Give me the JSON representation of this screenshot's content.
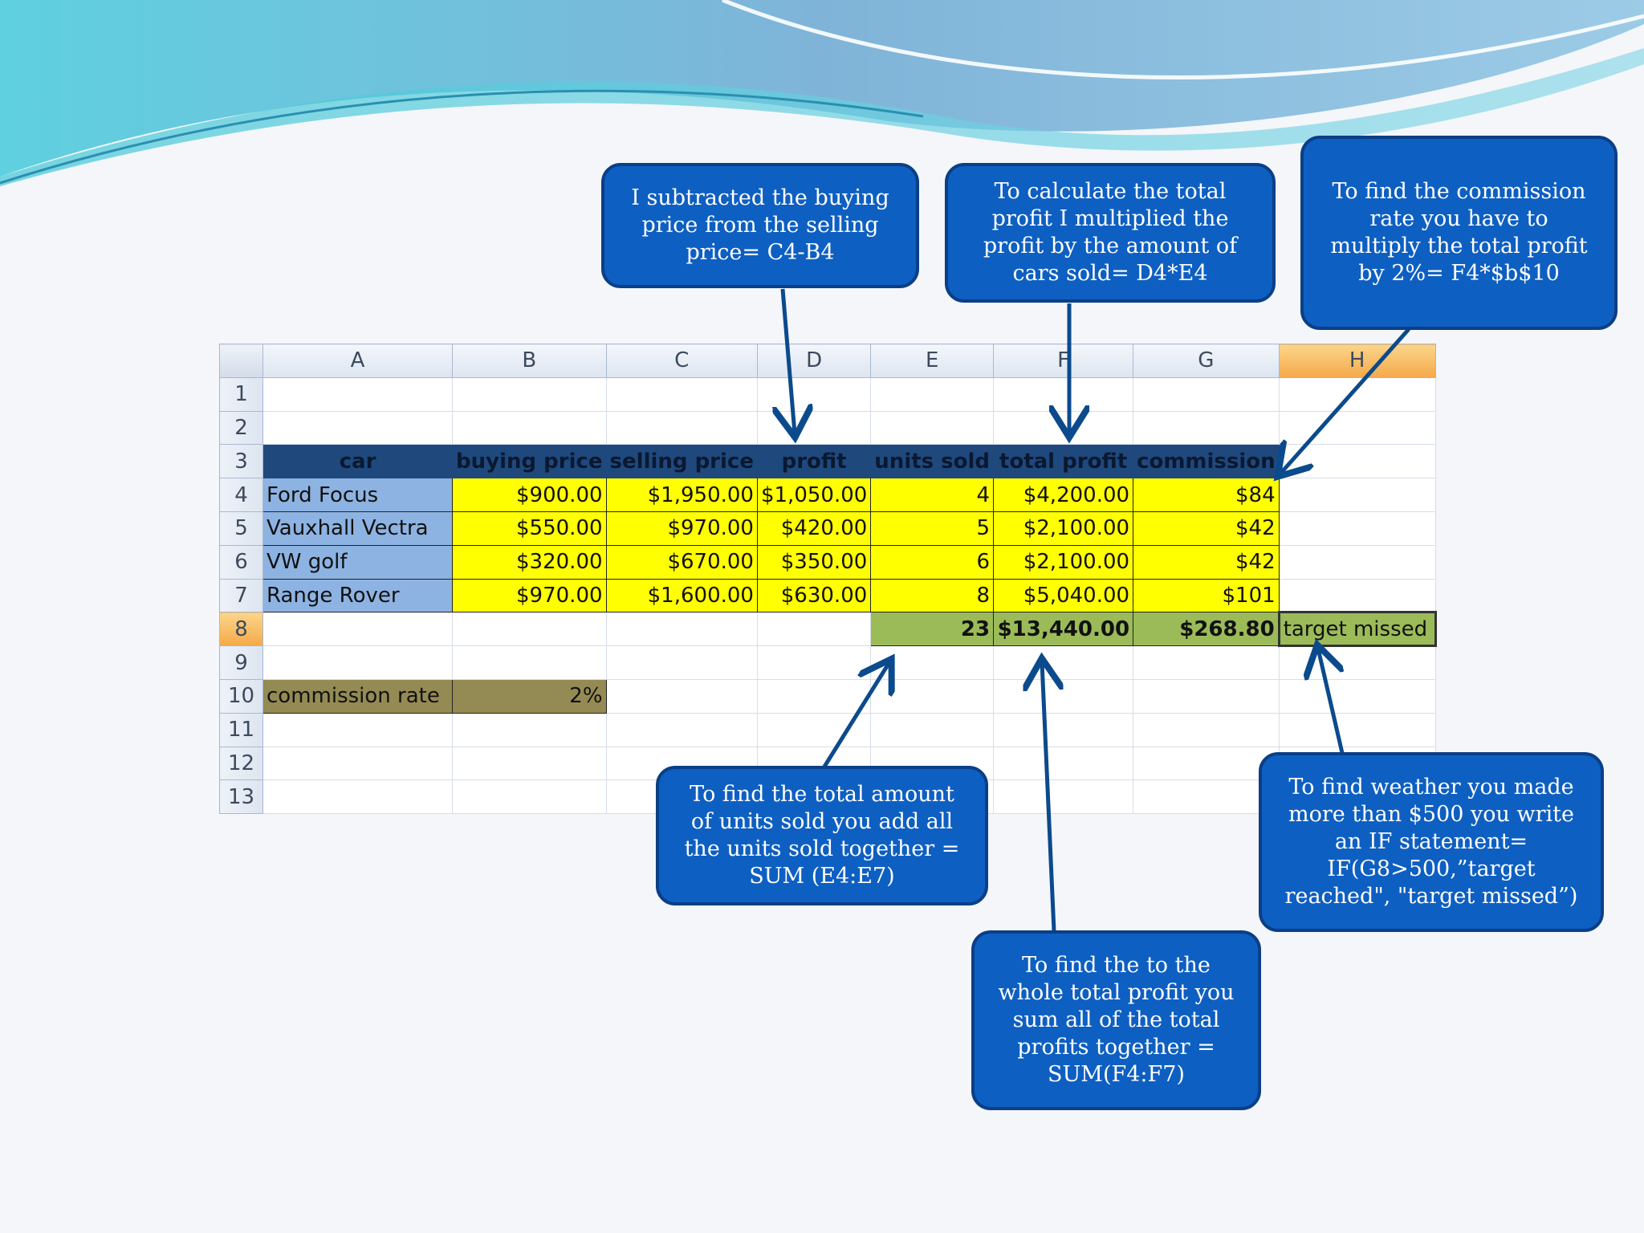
{
  "spreadsheet": {
    "column_headers": [
      "A",
      "B",
      "C",
      "D",
      "E",
      "F",
      "G",
      "H"
    ],
    "row_numbers": [
      "1",
      "2",
      "3",
      "4",
      "5",
      "6",
      "7",
      "8",
      "9",
      "10",
      "11",
      "12",
      "13"
    ],
    "header_row": [
      "car",
      "buying price",
      "selling price",
      "profit",
      "units sold",
      "total profit",
      "commission"
    ],
    "rows": [
      {
        "car": "Ford Focus",
        "buying": "$900.00",
        "selling": "$1,950.00",
        "profit": "$1,050.00",
        "units": "4",
        "total": "$4,200.00",
        "commission": "$84"
      },
      {
        "car": "Vauxhall Vectra",
        "buying": "$550.00",
        "selling": "$970.00",
        "profit": "$420.00",
        "units": "5",
        "total": "$2,100.00",
        "commission": "$42"
      },
      {
        "car": "VW golf",
        "buying": "$320.00",
        "selling": "$670.00",
        "profit": "$350.00",
        "units": "6",
        "total": "$2,100.00",
        "commission": "$42"
      },
      {
        "car": "Range Rover",
        "buying": "$970.00",
        "selling": "$1,600.00",
        "profit": "$630.00",
        "units": "8",
        "total": "$5,040.00",
        "commission": "$101"
      }
    ],
    "totals": {
      "units": "23",
      "total_profit": "$13,440.00",
      "commission": "$268.80",
      "target": "target missed"
    },
    "commission_rate": {
      "label": "commission rate",
      "value": "2%"
    }
  },
  "callouts": {
    "profit": "I subtracted the buying price from the selling price= C4-B4",
    "total_profit": "To calculate the total profit I multiplied the profit by the amount of cars sold= D4*E4",
    "commission": "To find the commission rate you have to multiply the total profit by 2%= F4*$b$10",
    "units_sum": "To find the total amount of units sold you add all the units sold together = SUM (E4:E7)",
    "profit_sum": "To find the to the whole total profit you sum all of the total profits together = SUM(F4:F7)",
    "if_statement": "To find weather you made more than $500 you write an IF statement= IF(G8>500,”target reached\", \"target missed”)"
  },
  "colors": {
    "callout_fill": "#0e5fc2",
    "header_fill": "#1f497d",
    "car_fill": "#8db3e2",
    "value_fill": "#ffff00",
    "total_fill": "#9bbb59",
    "rate_fill": "#948a54",
    "arrow": "#0b4a8c"
  }
}
